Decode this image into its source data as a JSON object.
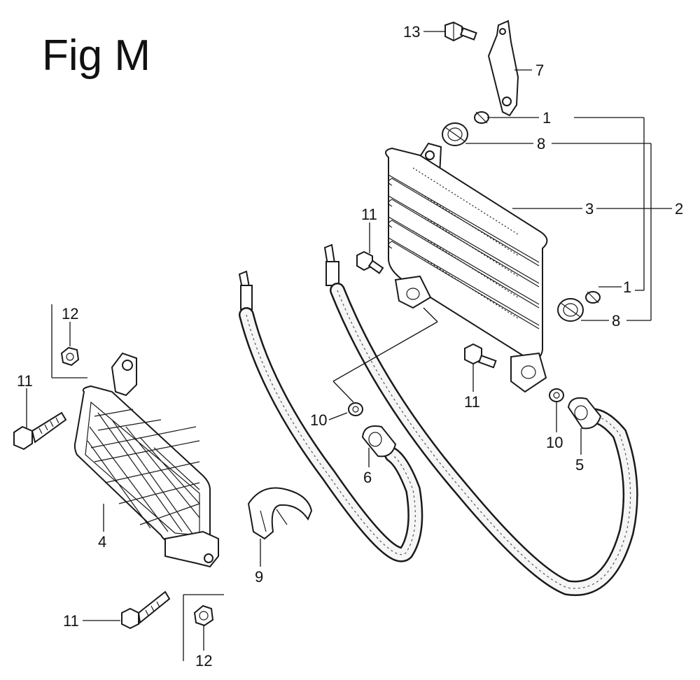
{
  "figure": {
    "title": "Fig M"
  },
  "callouts": {
    "c1a": "1",
    "c1b": "1",
    "c2": "2",
    "c3": "3",
    "c4": "4",
    "c5": "5",
    "c6": "6",
    "c7": "7",
    "c8a": "8",
    "c8b": "8",
    "c9": "9",
    "c10a": "10",
    "c10b": "10",
    "c11a": "11",
    "c11b": "11",
    "c11c": "11",
    "c11d": "11",
    "c12a": "12",
    "c12b": "12",
    "c13": "13"
  }
}
